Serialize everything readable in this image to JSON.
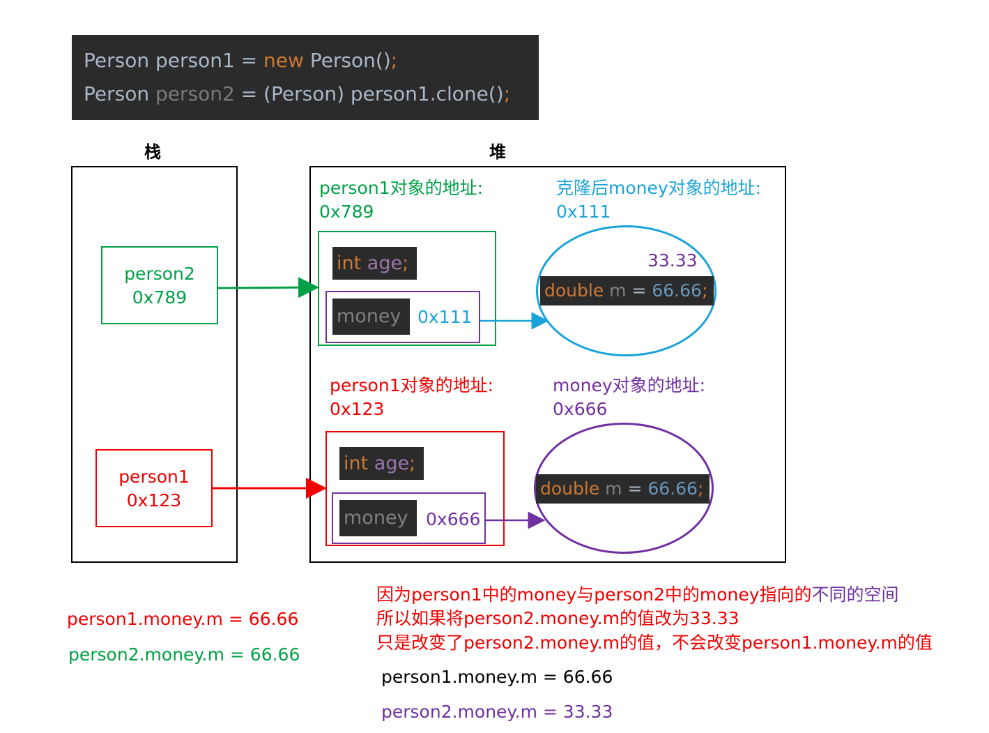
{
  "code": {
    "line1": {
      "t1": "Person person1 = ",
      "kw": "new",
      "t2": " Person()",
      "semi": ";"
    },
    "line2": {
      "t1": "Person ",
      "dim": "person2",
      "t2": " = (Person) person1.clone()",
      "semi": ";"
    }
  },
  "titles": {
    "stack": "栈",
    "heap": "堆"
  },
  "stack": {
    "person2": {
      "name": "person2",
      "addr": "0x789"
    },
    "person1": {
      "name": "person1",
      "addr": "0x123"
    }
  },
  "heap": {
    "top": {
      "obj_label": "person1对象的地址:",
      "obj_addr": "0x789",
      "money_label": "克隆后money对象的地址:",
      "money_addr": "0x111",
      "int_kw": "int",
      "age": " age",
      "semi": ";",
      "money_field": "money",
      "money_ref": "0x111",
      "new_value": "33.33",
      "double_kw": "double",
      "m": " m",
      "eq": " = ",
      "value": "66.66"
    },
    "bottom": {
      "obj_label": "person1对象的地址:",
      "obj_addr": "0x123",
      "money_label": "money对象的地址:",
      "money_addr": "0x666",
      "int_kw": "int",
      "age": " age",
      "semi": ";",
      "money_field": "money",
      "money_ref": "0x666",
      "double_kw": "double",
      "m": " m",
      "eq": " = ",
      "value": "66.66"
    }
  },
  "left_results": {
    "line1": "person1.money.m  =  66.66",
    "line2": "person2.money.m  =  66.66"
  },
  "explanation": {
    "line1a": "因为person1中的money与person2中的money指向的",
    "line1b": "不同的空间",
    "line2": "所以如果将person2.money.m的值改为33.33",
    "line3": "只是改变了person2.money.m的值，不会改变person1.money.m的值"
  },
  "right_results": {
    "line1": "person1.money.m  =  66.66",
    "line2": "person2.money.m  =  33.33"
  },
  "colors": {
    "green": "#00a046",
    "red": "#f00000",
    "blue": "#1aa3d9",
    "purple": "#7030a0",
    "code_bg": "#2b2b2b"
  }
}
